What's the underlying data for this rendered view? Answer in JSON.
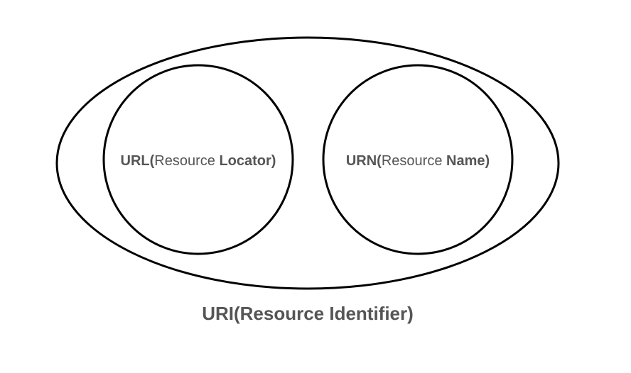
{
  "diagram": {
    "outer": {
      "label": "URI(Resource Identifier)"
    },
    "left_circle": {
      "label_head": "URL(",
      "label_mid": "Resource ",
      "label_tail": "Locator)"
    },
    "right_circle": {
      "label_head": "URN(",
      "label_mid": "Resource ",
      "label_tail": "Name)"
    },
    "colors": {
      "stroke": "#000000",
      "text": "#555555",
      "background": "#ffffff"
    }
  }
}
